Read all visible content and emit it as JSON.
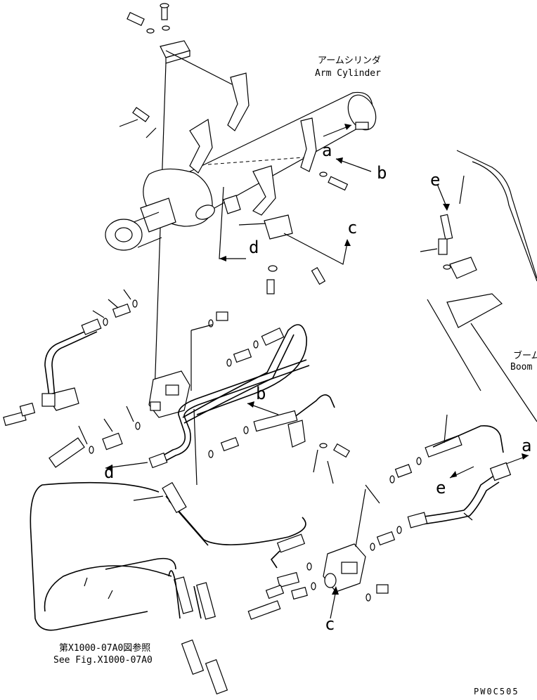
{
  "labels": {
    "arm_cylinder_jp": "アームシリンダ",
    "arm_cylinder_en": "Arm Cylinder",
    "boom_jp": "ブーム",
    "boom_en": "Boom",
    "see_fig_jp": "第X1000-07A0図参照",
    "see_fig_en": "See Fig.X1000-07A0",
    "drawing_code": "PW0C505"
  },
  "callouts": {
    "a_top": "a",
    "b_top": "b",
    "c_mid": "c",
    "d_mid": "d",
    "e_right": "e",
    "b_lower": "b",
    "d_lower": "d",
    "a_lower": "a",
    "e_lower": "e",
    "c_bottom": "c"
  }
}
